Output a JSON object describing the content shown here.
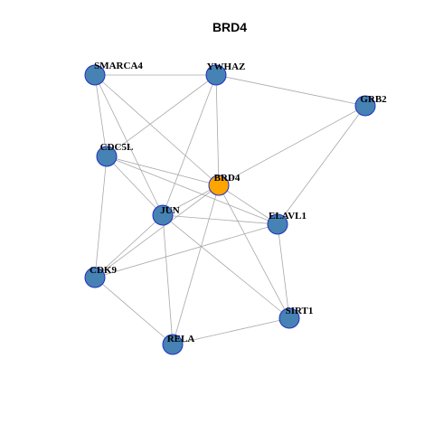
{
  "title": "BRD4",
  "colors": {
    "node_fill": "#4682b4",
    "center_fill": "#ffa500",
    "node_border": "#1f2fbf",
    "edge": "#a8a8a8"
  },
  "nodes": [
    {
      "id": "SMARCA4",
      "label": "SMARCA4",
      "center": false
    },
    {
      "id": "YWHAZ",
      "label": "YWHAZ",
      "center": false
    },
    {
      "id": "GRB2",
      "label": "GRB2",
      "center": false
    },
    {
      "id": "CDC5L",
      "label": "CDC5L",
      "center": false
    },
    {
      "id": "BRD4",
      "label": "BRD4",
      "center": true
    },
    {
      "id": "JUN",
      "label": "JUN",
      "center": false
    },
    {
      "id": "ELAVL1",
      "label": "ELAVL1",
      "center": false
    },
    {
      "id": "CDK9",
      "label": "CDK9",
      "center": false
    },
    {
      "id": "SIRT1",
      "label": "SIRT1",
      "center": false
    },
    {
      "id": "RELA",
      "label": "RELA",
      "center": false
    }
  ],
  "edges": [
    [
      "SMARCA4",
      "YWHAZ"
    ],
    [
      "SMARCA4",
      "CDC5L"
    ],
    [
      "SMARCA4",
      "BRD4"
    ],
    [
      "SMARCA4",
      "JUN"
    ],
    [
      "YWHAZ",
      "GRB2"
    ],
    [
      "YWHAZ",
      "CDC5L"
    ],
    [
      "YWHAZ",
      "BRD4"
    ],
    [
      "YWHAZ",
      "JUN"
    ],
    [
      "GRB2",
      "BRD4"
    ],
    [
      "GRB2",
      "ELAVL1"
    ],
    [
      "CDC5L",
      "BRD4"
    ],
    [
      "CDC5L",
      "JUN"
    ],
    [
      "CDC5L",
      "ELAVL1"
    ],
    [
      "CDC5L",
      "CDK9"
    ],
    [
      "BRD4",
      "JUN"
    ],
    [
      "BRD4",
      "ELAVL1"
    ],
    [
      "BRD4",
      "SIRT1"
    ],
    [
      "BRD4",
      "RELA"
    ],
    [
      "BRD4",
      "CDK9"
    ],
    [
      "JUN",
      "ELAVL1"
    ],
    [
      "JUN",
      "CDK9"
    ],
    [
      "JUN",
      "SIRT1"
    ],
    [
      "JUN",
      "RELA"
    ],
    [
      "ELAVL1",
      "CDK9"
    ],
    [
      "ELAVL1",
      "SIRT1"
    ],
    [
      "CDK9",
      "RELA"
    ],
    [
      "RELA",
      "SIRT1"
    ]
  ]
}
